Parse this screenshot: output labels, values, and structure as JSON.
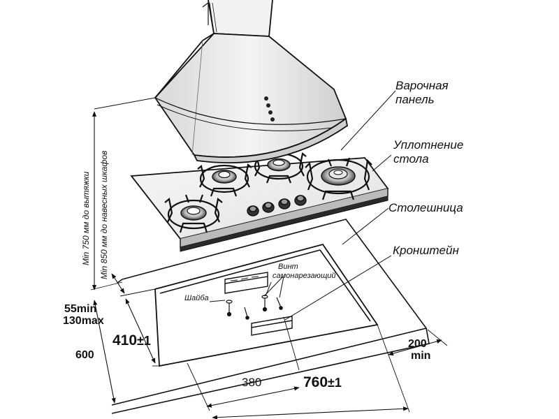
{
  "labels": {
    "cooktop_line1": "Варочная",
    "cooktop_line2": "панель",
    "seal_line1": "Уплотнение",
    "seal_line2": "стола",
    "countertop": "Столешница",
    "bracket": "Кронштейн",
    "screws_line1": "Винт",
    "screws_line2": "самонарезающий",
    "washer": "Шайба",
    "hood_height": "Min 750 мм до вытяжки",
    "cabinet_height": "Min 850 мм до навесных шкафов"
  },
  "dimensions": {
    "edge_min": "55min",
    "edge_max": "130max",
    "depth_cutout": "410",
    "depth_tol": "±1",
    "depth_total": "600",
    "width_offset": "380",
    "width_cutout": "760",
    "width_tol": "±1",
    "side_clear_val": "200",
    "side_clear_unit": "min"
  },
  "colors": {
    "line": "#111111",
    "background": "#ffffff"
  }
}
